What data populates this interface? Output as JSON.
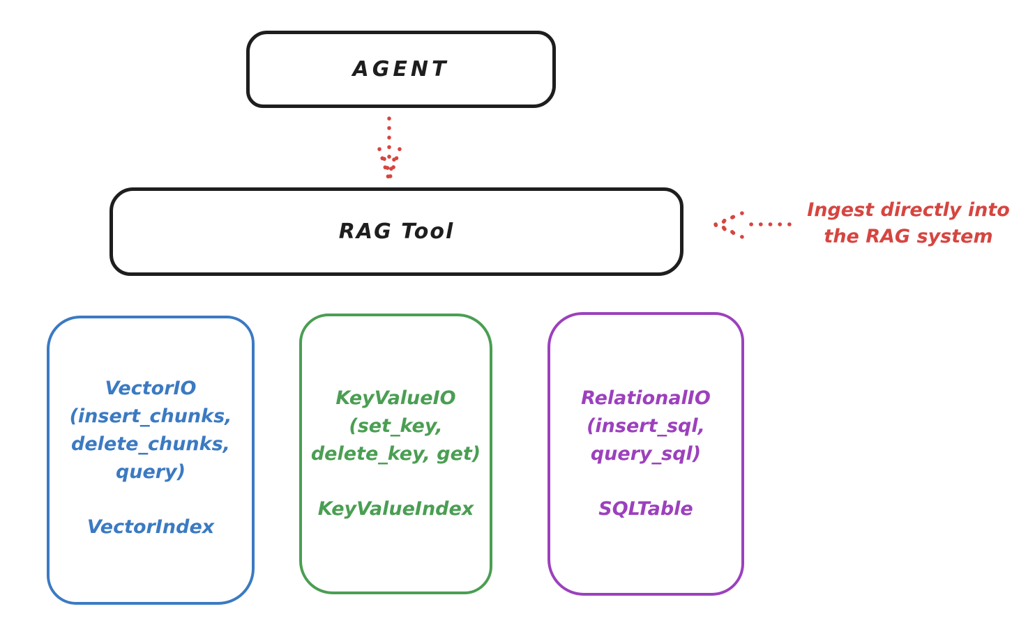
{
  "nodes": {
    "agent": {
      "label": "AGENT"
    },
    "rag_tool": {
      "label": "RAG Tool"
    }
  },
  "annotation": {
    "text": "Ingest directly into\nthe RAG system"
  },
  "arrows": [
    {
      "name": "agent-to-rag-tool",
      "style": "dotted",
      "direction": "down"
    },
    {
      "name": "annotation-to-rag-tool",
      "style": "dotted",
      "direction": "left"
    }
  ],
  "io_boxes": [
    {
      "name": "vector-io",
      "title": "VectorIO\n(insert_chunks,\ndelete_chunks,\nquery)",
      "index_label": "VectorIndex",
      "color": "#3b7ac2"
    },
    {
      "name": "keyvalue-io",
      "title": "KeyValueIO\n(set_key,\ndelete_key, get)",
      "index_label": "KeyValueIndex",
      "color": "#4a9e52"
    },
    {
      "name": "relational-io",
      "title": "RelationalIO\n(insert_sql,\nquery_sql)",
      "index_label": "SQLTable",
      "color": "#9c40bd"
    }
  ],
  "colors": {
    "stroke": "#1e1e1e",
    "accent-red": "#d64540",
    "vector-blue": "#3b7ac2",
    "keyvalue-green": "#4a9e52",
    "relational-purple": "#9c40bd",
    "background": "#ffffff"
  }
}
